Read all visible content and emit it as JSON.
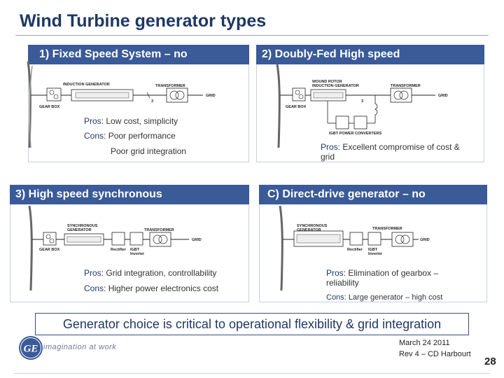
{
  "title": "Wind Turbine generator types",
  "panels": [
    {
      "heading": "1) Fixed Speed System – no",
      "labels": {
        "gen": "INDUCTION GENERATOR",
        "xfmr": "TRANSFORMER",
        "grid": "GRID",
        "gear": "GEAR BOX",
        "phase": "3"
      },
      "pros_key": "Pros:",
      "pros": "Low cost, simplicity",
      "cons_key": "Cons:",
      "cons": "Poor performance",
      "cons2": "Poor grid integration"
    },
    {
      "heading": "2) Doubly-Fed High speed",
      "labels": {
        "gen": "WOUND ROTOR\nINDUCTION GENERATOR",
        "xfmr": "TRANSFORMER",
        "grid": "GRID",
        "gear": "GEAR BOX",
        "conv": "IGBT POWER CONVERTERS",
        "phase": "3"
      },
      "pros_key": "Pros:",
      "pros": "Excellent compromise of cost &",
      "pros2": "grid"
    },
    {
      "heading": "3) High speed synchronous",
      "labels": {
        "gen": "SYNCHRONOUS\nGENERATOR",
        "xfmr": "TRANSFORMER",
        "grid": "GRID",
        "gear": "GEAR BOX",
        "rect": "Rectifier",
        "inv": "IGBT\nInverter"
      },
      "pros_key": "Pros:",
      "pros": "Grid integration, controllability",
      "cons_key": "Cons:",
      "cons": "Higher power electronics cost"
    },
    {
      "heading": "C) Direct-drive generator – no",
      "labels": {
        "gen": "SYNCHRONOUS\nGENERATOR",
        "xfmr": "TRANSFORMER",
        "grid": "GRID",
        "rect": "Rectifier",
        "inv": "IGBT\nInverter"
      },
      "pros_key": "Pros:",
      "pros": "Elimination of gearbox –",
      "pros2": "reliability",
      "cons_key": "Cons:",
      "cons": "Large generator – high cost"
    }
  ],
  "banner": "Generator choice is critical to operational flexibility & grid integration",
  "footer": {
    "logo": "GE",
    "tagline": "imagination at work",
    "date": "March 24 2011",
    "rev": "Rev 4 – CD Harbourt",
    "page": "28"
  },
  "colors": {
    "title": "#1f3864",
    "panel_header": "#3a5a98",
    "logo": "#3a5a98"
  }
}
